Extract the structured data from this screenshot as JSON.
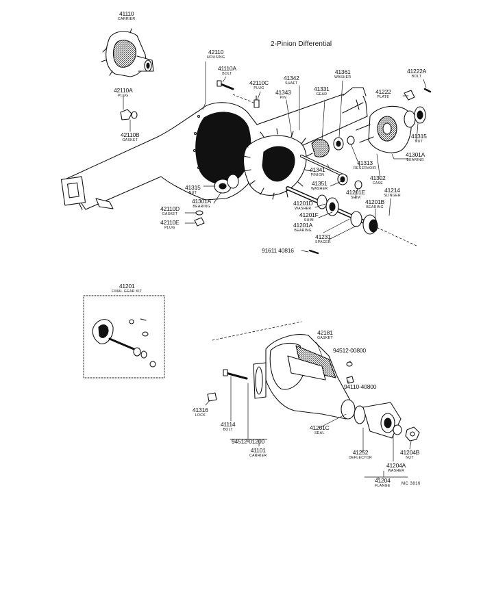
{
  "title": "2-Pinion Differential",
  "code": "MC 3816",
  "colors": {
    "ink": "#111111",
    "paper": "#ffffff"
  },
  "labels": {
    "l41110": {
      "num": "41110",
      "sub": "CARRIER"
    },
    "l42110": {
      "num": "42110",
      "sub": "HOUSING"
    },
    "l41110A": {
      "num": "41110A",
      "sub": "BOLT"
    },
    "l42110C": {
      "num": "42110C",
      "sub": "PLUG"
    },
    "l41342": {
      "num": "41342",
      "sub": "SHAFT"
    },
    "l41343": {
      "num": "41343",
      "sub": "PIN"
    },
    "l41331": {
      "num": "41331",
      "sub": "GEAR"
    },
    "l41361": {
      "num": "41361",
      "sub": "WASHER"
    },
    "l41222A": {
      "num": "41222A",
      "sub": "BOLT"
    },
    "l41222": {
      "num": "41222",
      "sub": "PLATE"
    },
    "l42110A": {
      "num": "42110A",
      "sub": "PLUG"
    },
    "l42110B": {
      "num": "42110B",
      "sub": "GASKET"
    },
    "l41315a": {
      "num": "41315",
      "sub": "NUT"
    },
    "l41301Aa": {
      "num": "41301A",
      "sub": "BEARING"
    },
    "l41313": {
      "num": "41313",
      "sub": "RESERVOIR"
    },
    "l41341": {
      "num": "41341",
      "sub": "PINION"
    },
    "l41302": {
      "num": "41302",
      "sub": "CASE"
    },
    "l41351": {
      "num": "41351",
      "sub": "WASHER"
    },
    "l41201E": {
      "num": "41201E",
      "sub": "SHIM"
    },
    "l41214": {
      "num": "41214",
      "sub": "SLINGER"
    },
    "l41315b": {
      "num": "41315",
      "sub": "NUT"
    },
    "l41301Ab": {
      "num": "41301A",
      "sub": "BEARING"
    },
    "l42110D": {
      "num": "42110D",
      "sub": "GASKET"
    },
    "l42110E": {
      "num": "42110E",
      "sub": "PLUG"
    },
    "l41201D": {
      "num": "41201D",
      "sub": "WASHER"
    },
    "l41201B": {
      "num": "41201B",
      "sub": "BEARING"
    },
    "l41201F": {
      "num": "41201F",
      "sub": "SHIM"
    },
    "l41201A": {
      "num": "41201A",
      "sub": "BEARING"
    },
    "l41231": {
      "num": "41231",
      "sub": "SPACER"
    },
    "l91611": {
      "num": "91611 40816",
      "sub": ""
    },
    "l41201": {
      "num": "41201",
      "sub": "FINAL GEAR KIT"
    },
    "l42181": {
      "num": "42181",
      "sub": "GASKET"
    },
    "l94512a": {
      "num": "94512-00800",
      "sub": ""
    },
    "l94110": {
      "num": "94110-40800",
      "sub": ""
    },
    "l41316": {
      "num": "41316",
      "sub": "LOCK"
    },
    "l41114": {
      "num": "41114",
      "sub": "BOLT"
    },
    "l94512b": {
      "num": "94512-01200",
      "sub": ""
    },
    "l41101": {
      "num": "41101",
      "sub": "CARRIER"
    },
    "l41201C": {
      "num": "41201C",
      "sub": "SEAL"
    },
    "l41252": {
      "num": "41252",
      "sub": "DEFLECTOR"
    },
    "l41204A": {
      "num": "41204A",
      "sub": "WASHER"
    },
    "l41204B": {
      "num": "41204B",
      "sub": "NUT"
    },
    "l41204": {
      "num": "41204",
      "sub": "FLANGE"
    }
  }
}
